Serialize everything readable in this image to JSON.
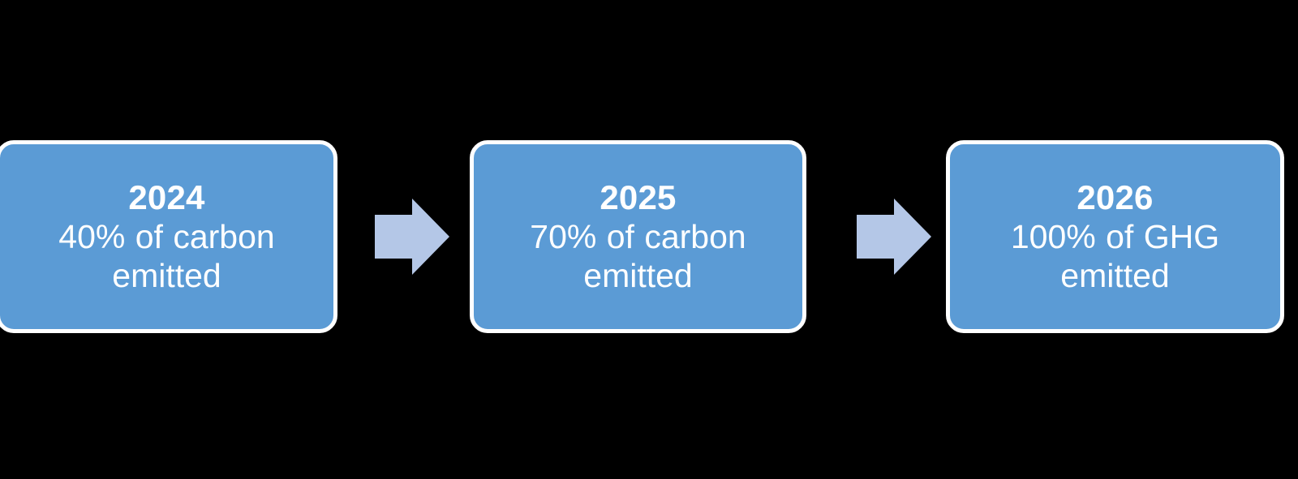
{
  "diagram": {
    "type": "horizontal-process-flow",
    "background_color": "#000000",
    "node_fill_color": "#5B9BD5",
    "node_border_color": "#FFFFFF",
    "node_text_color": "#FFFFFF",
    "arrow_color": "#B4C7E7",
    "nodes": [
      {
        "id": "node-2024",
        "year": "2024",
        "description": "40% of carbon emitted"
      },
      {
        "id": "node-2025",
        "year": "2025",
        "description": "70% of carbon emitted"
      },
      {
        "id": "node-2026",
        "year": "2026",
        "description": "100% of GHG emitted"
      }
    ],
    "connectors": [
      {
        "id": "arrow-1",
        "icon": "arrow-right-icon"
      },
      {
        "id": "arrow-2",
        "icon": "arrow-right-icon"
      }
    ]
  }
}
